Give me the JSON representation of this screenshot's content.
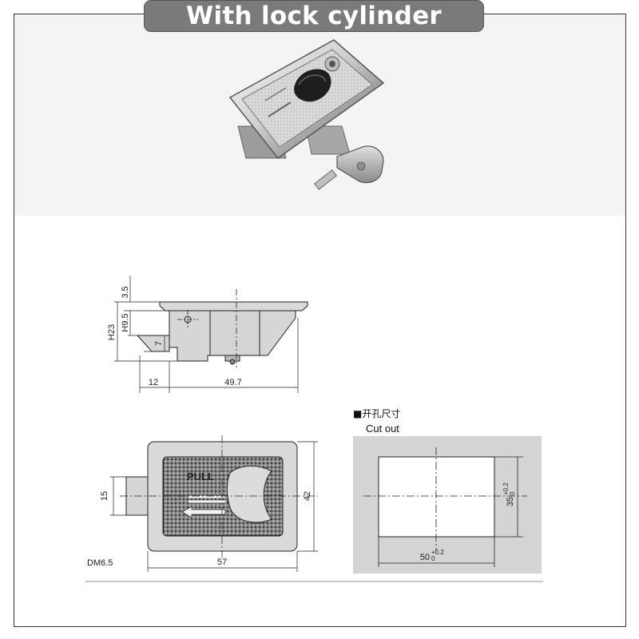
{
  "header": {
    "title": "With lock cylinder"
  },
  "side_view": {
    "dims": {
      "top_flange": "3.5",
      "total_height": "H23",
      "body_height": "H9.5",
      "latch_height": "7",
      "latch_offset": "12",
      "body_length": "49.7"
    }
  },
  "front_view": {
    "pull_label": "PULL",
    "dims": {
      "latch_width": "15",
      "height": "42",
      "width": "57",
      "screw": "DM6.5"
    }
  },
  "cutout": {
    "title_cn": "■开孔尺寸",
    "title_en": "Cut out",
    "dims": {
      "height_main": "35",
      "height_tol_upper": "+0.2",
      "height_tol_lower": "0",
      "width_main": "50",
      "width_tol_upper": "+0.2",
      "width_tol_lower": "0"
    }
  },
  "colors": {
    "title_bg": "#7a7a7a",
    "photo_bg": "#f4f4f4",
    "part_fill": "#d8d8d8",
    "cutout_panel": "#d4d4d4"
  }
}
